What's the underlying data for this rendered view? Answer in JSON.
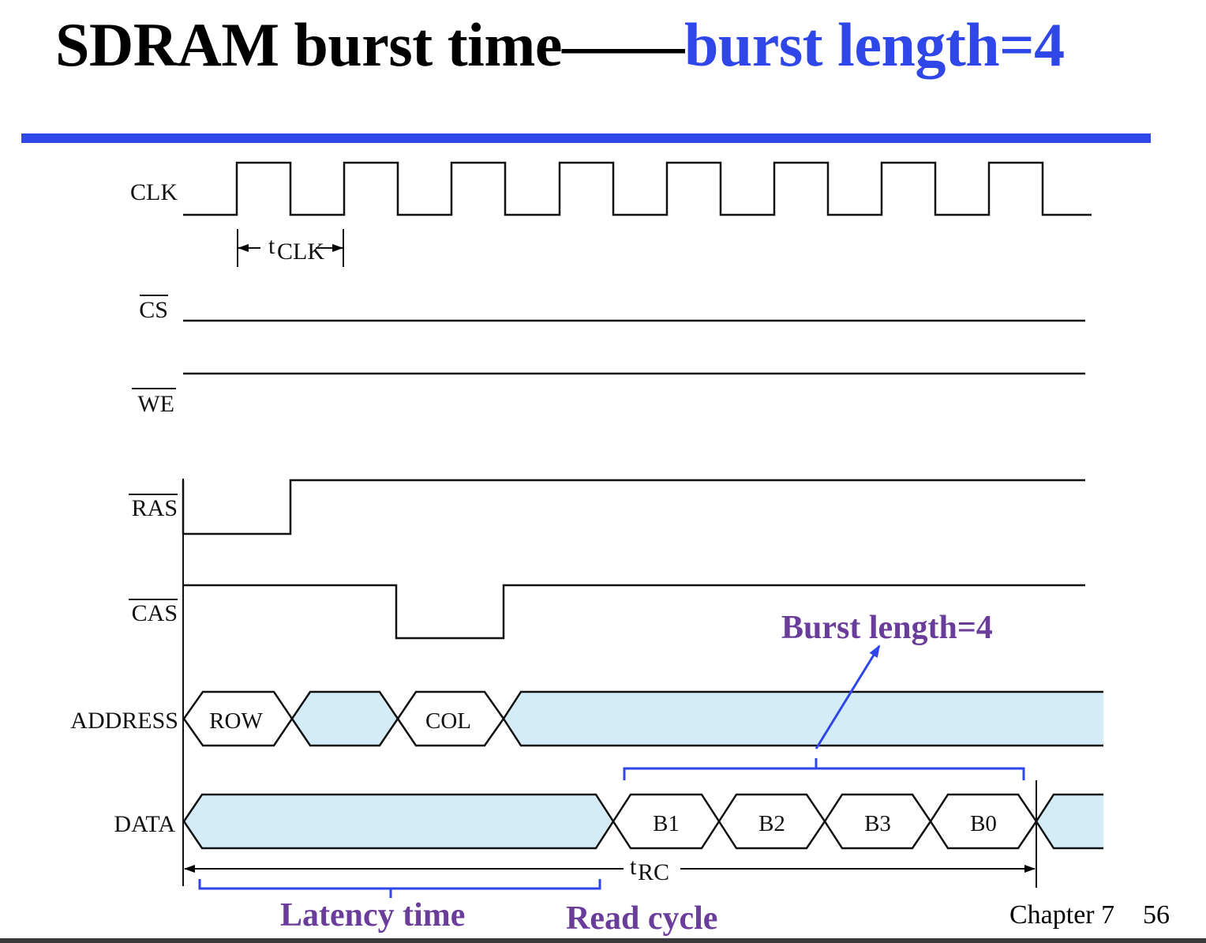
{
  "title": {
    "black": "SDRAM burst time",
    "dash": "——",
    "blue": "burst length=4",
    "blue_color": "#2f46e8"
  },
  "signals": {
    "clk": "CLK",
    "tclk_t": "t",
    "tclk_sub": "CLK",
    "cs": "CS",
    "we": "WE",
    "ras": "RAS",
    "cas": "CAS",
    "address": "ADDRESS",
    "data": "DATA"
  },
  "address_boxes": {
    "row": "ROW",
    "col": "COL"
  },
  "data_boxes": {
    "b1": "B1",
    "b2": "B2",
    "b3": "B3",
    "b0": "B0"
  },
  "trc": {
    "t": "t",
    "sub": "RC"
  },
  "annotations": {
    "burst": "Burst length=4",
    "latency": "Latency time",
    "read_cycle": "Read cycle",
    "color": "#6a3d9a"
  },
  "footer": {
    "chapter": "Chapter 7",
    "page": "56"
  },
  "colors": {
    "fill": "#d4ecf8",
    "bracket": "#2f46e8"
  }
}
